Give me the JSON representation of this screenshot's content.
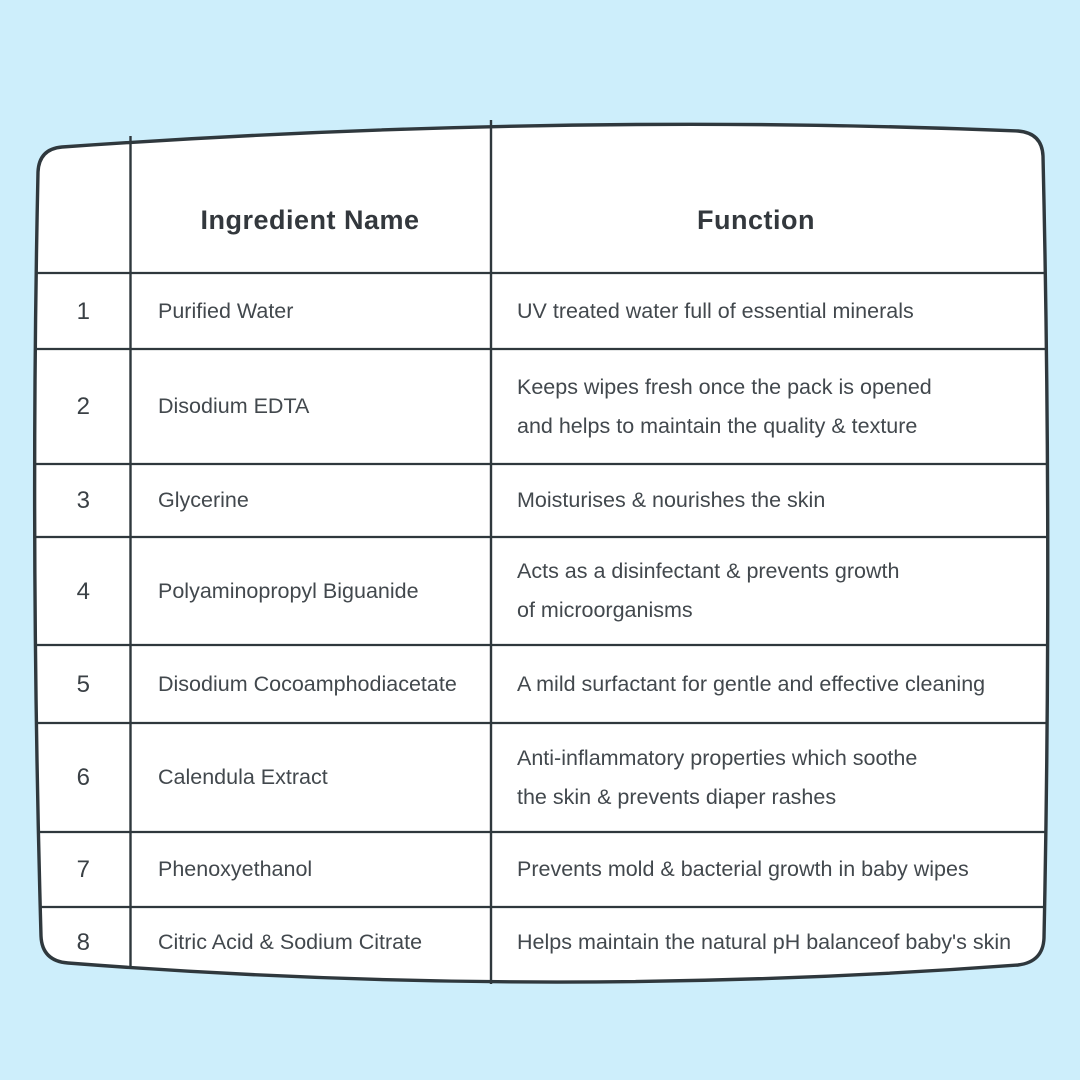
{
  "page": {
    "background_color": "#cdeefb",
    "table_fill_color": "#ffffff",
    "line_color": "#2f383d",
    "header_text_color": "#33383d",
    "body_text_color": "#42484d"
  },
  "table": {
    "headers": {
      "ingredient": "Ingredient Name",
      "function": "Function"
    },
    "rows": [
      {
        "num": "1",
        "name": "Purified Water",
        "function": "UV treated water full of essential minerals"
      },
      {
        "num": "2",
        "name": "Disodium EDTA",
        "function": "Keeps wipes fresh once the pack is opened\nand helps to maintain the quality & texture"
      },
      {
        "num": "3",
        "name": "Glycerine",
        "function": "Moisturises & nourishes the skin"
      },
      {
        "num": "4",
        "name": "Polyaminopropyl Biguanide",
        "function": "Acts as a disinfectant & prevents growth\nof microorganisms"
      },
      {
        "num": "5",
        "name": "Disodium Cocoamphodiacetate",
        "function": "A mild surfactant for gentle and effective cleaning"
      },
      {
        "num": "6",
        "name": "Calendula Extract",
        "function": "Anti-inflammatory properties which soothe\nthe skin & prevents diaper rashes"
      },
      {
        "num": "7",
        "name": "Phenoxyethanol",
        "function": "Prevents mold & bacterial growth in baby wipes"
      },
      {
        "num": "8",
        "name": "Citric Acid & Sodium Citrate",
        "function": "Helps maintain the natural pH balanceof baby's skin"
      }
    ]
  }
}
